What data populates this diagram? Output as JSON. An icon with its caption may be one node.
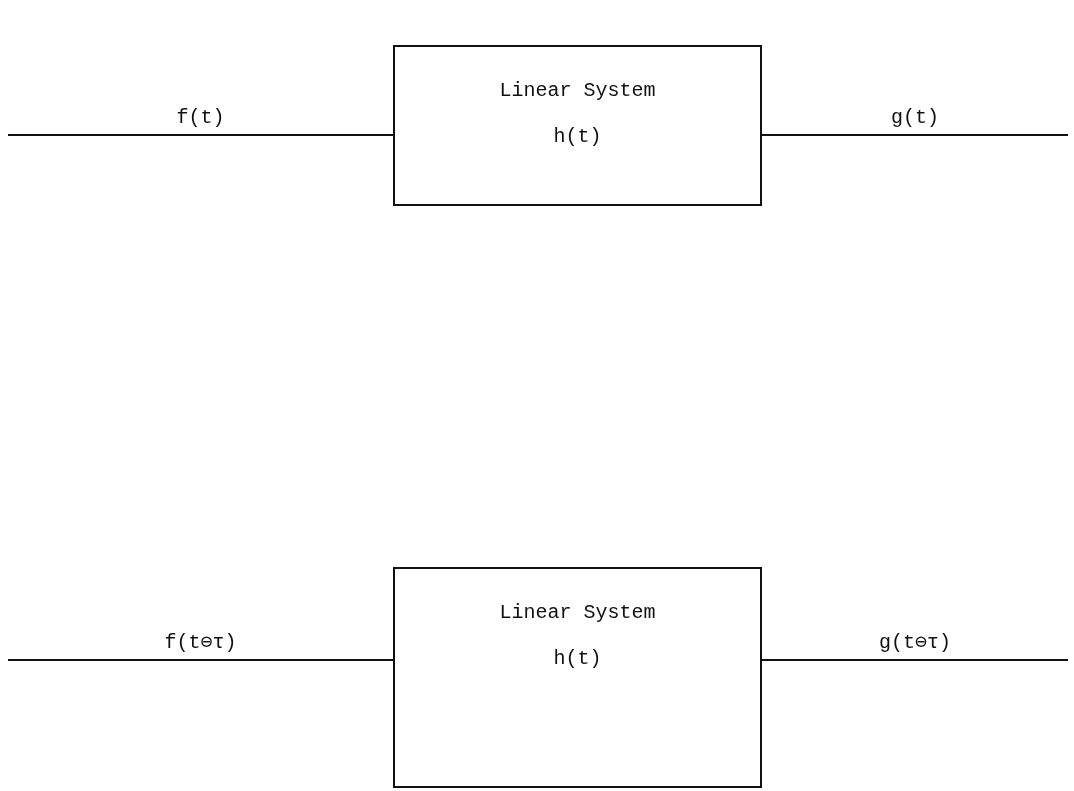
{
  "diagram": {
    "nodes": [
      {
        "text": [
          "Linear System",
          "h(t)"
        ]
      },
      {
        "text": [
          "Linear System",
          "h(t)"
        ]
      }
    ],
    "edges": [
      {
        "from": null,
        "to": 0,
        "arrow": "none",
        "label": "f(t)"
      },
      {
        "from": 0,
        "to": null,
        "arrow": "none",
        "label": "g(t)"
      },
      {
        "from": null,
        "to": 1,
        "arrow": "none",
        "label": "f(t⊖τ)"
      },
      {
        "from": 1,
        "to": null,
        "arrow": "none",
        "label": "g(t⊖τ)"
      }
    ]
  }
}
